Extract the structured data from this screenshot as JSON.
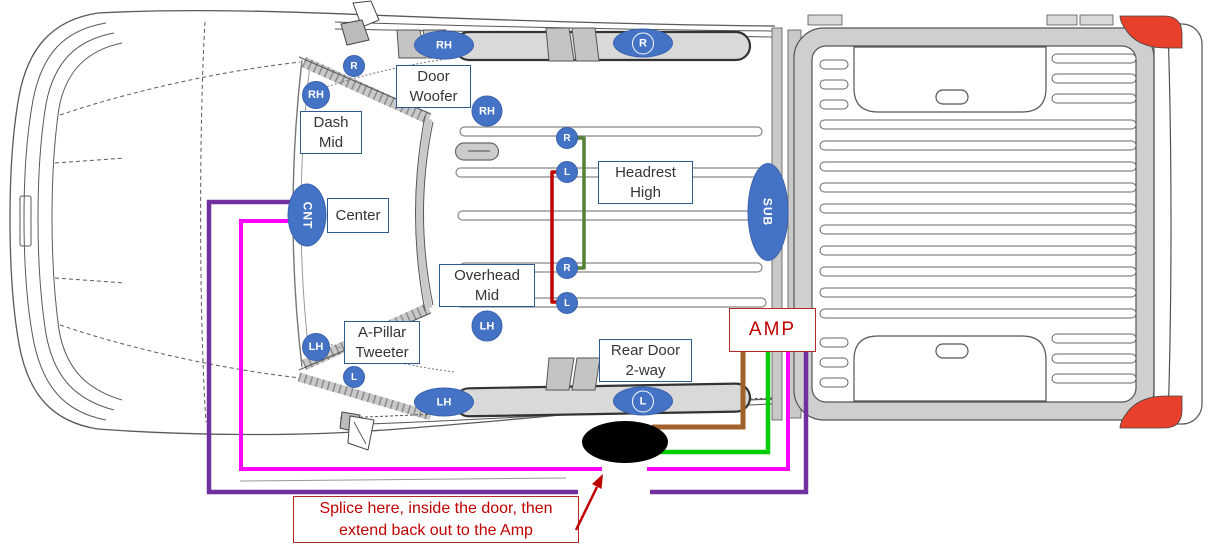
{
  "diagram": {
    "description": "Truck car-audio speaker location and amp wiring diagram (top view)"
  },
  "markers": {
    "door_woofer_rh": "RH",
    "rear_door_r": "R",
    "apillar_r": "R",
    "dash_rh": "RH",
    "overhead_rh": "RH",
    "headrest_r": "R",
    "headrest_l": "L",
    "center_cnt": "CNT",
    "overhead_r": "R",
    "overhead_l": "L",
    "overhead_lh": "LH",
    "dash_lh": "LH",
    "apillar_l": "L",
    "door_woofer_lh": "LH",
    "rear_door_l": "L",
    "sub": "SUB"
  },
  "labels": {
    "door_woofer": "Door Woofer",
    "dash_mid": "Dash Mid",
    "center": "Center",
    "headrest_high": "Headrest High",
    "overhead_mid": "Overhead Mid",
    "a_pillar_tweeter": "A-Pillar Tweeter",
    "rear_door": "Rear Door 2-way",
    "amp": "AMP",
    "splice_note": "Splice here, inside the door, then extend back out to the Amp"
  },
  "colors": {
    "marker_blue": "#4472C4",
    "wire_purple": "#7030A0",
    "wire_magenta": "#FF00FF",
    "wire_red": "#C00000",
    "wire_dark_green": "#538135",
    "wire_bright_green": "#00CC00",
    "wire_brown": "#A0622A",
    "annotation_red": "#C00000",
    "label_border_blue": "#2E5B8F",
    "taillight_red": "#E8402A",
    "splice_black": "#000000"
  }
}
